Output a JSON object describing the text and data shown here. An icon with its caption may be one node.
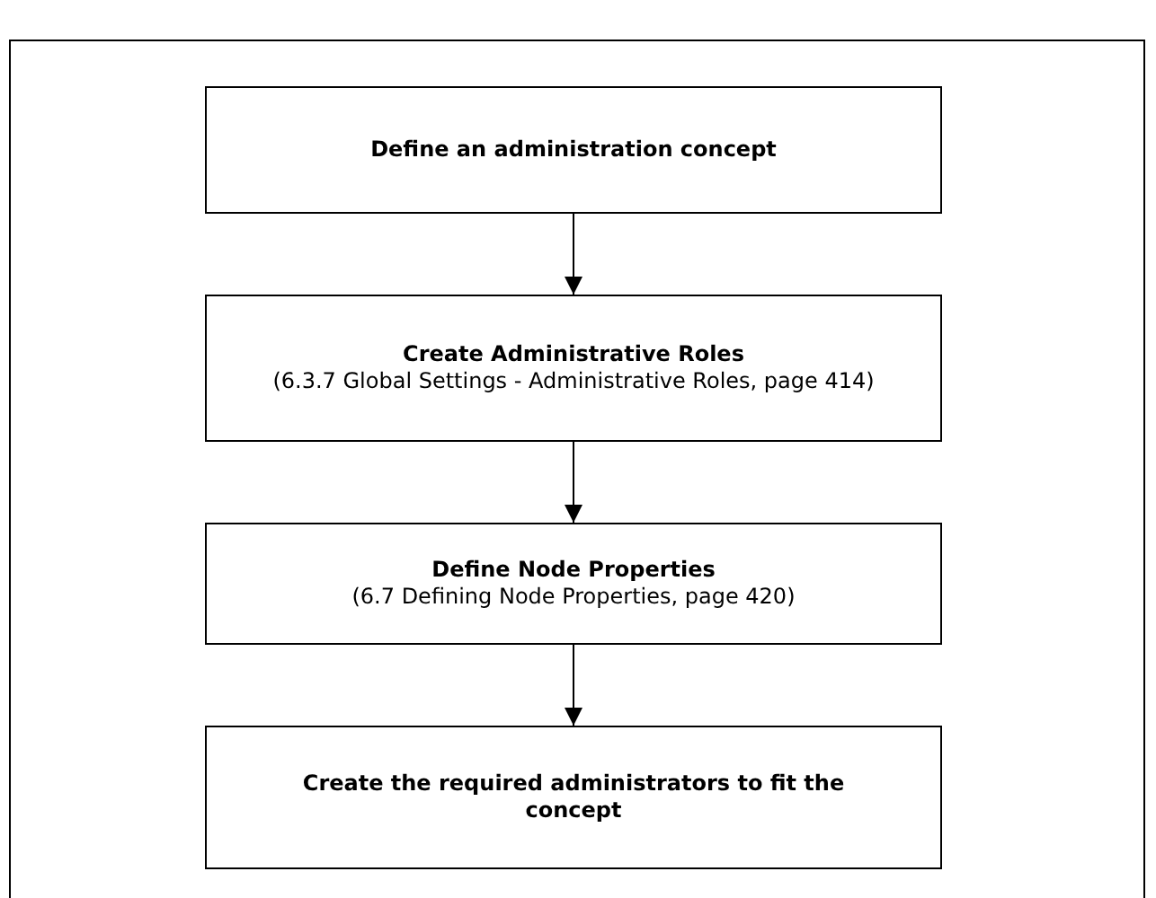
{
  "diagram": {
    "nodes": [
      {
        "text": [
          "Define an administration concept"
        ]
      },
      {
        "text": [
          "Create Administrative Roles",
          "(6.3.7 Global Settings - Administrative Roles, page 414)"
        ]
      },
      {
        "text": [
          "Define Node Properties",
          "(6.7 Defining Node Properties, page 420)"
        ]
      },
      {
        "text": [
          "Create the required administrators to fit the concept"
        ]
      }
    ],
    "edges": [
      {
        "from": 0,
        "to": 1,
        "arrow": "to"
      },
      {
        "from": 1,
        "to": 2,
        "arrow": "to"
      },
      {
        "from": 2,
        "to": 3,
        "arrow": "to"
      }
    ]
  }
}
